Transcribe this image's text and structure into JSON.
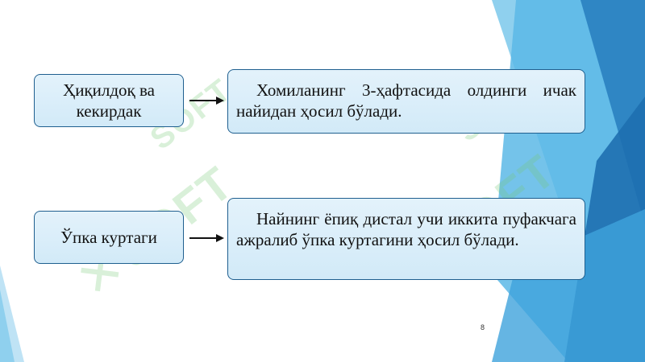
{
  "rows": [
    {
      "term": "Ҳиқилдоқ ва кекирдак",
      "description": "Хомиланинг 3-ҳафтасида олдинги ичак найидан ҳосил бўлади."
    },
    {
      "term": "Ўпка куртаги",
      "description": "Найнинг ёпиқ дистал учи иккита пуфакчага ажралиб ўпка куртагини ҳосил бўлади."
    }
  ],
  "watermark": "SOFT",
  "page_number": "8",
  "colors": {
    "box_border": "#1f5f8f",
    "box_fill": "#d2eaf8",
    "accent_blue": "#3a9fd8",
    "dark_blue": "#1b6fb2"
  }
}
